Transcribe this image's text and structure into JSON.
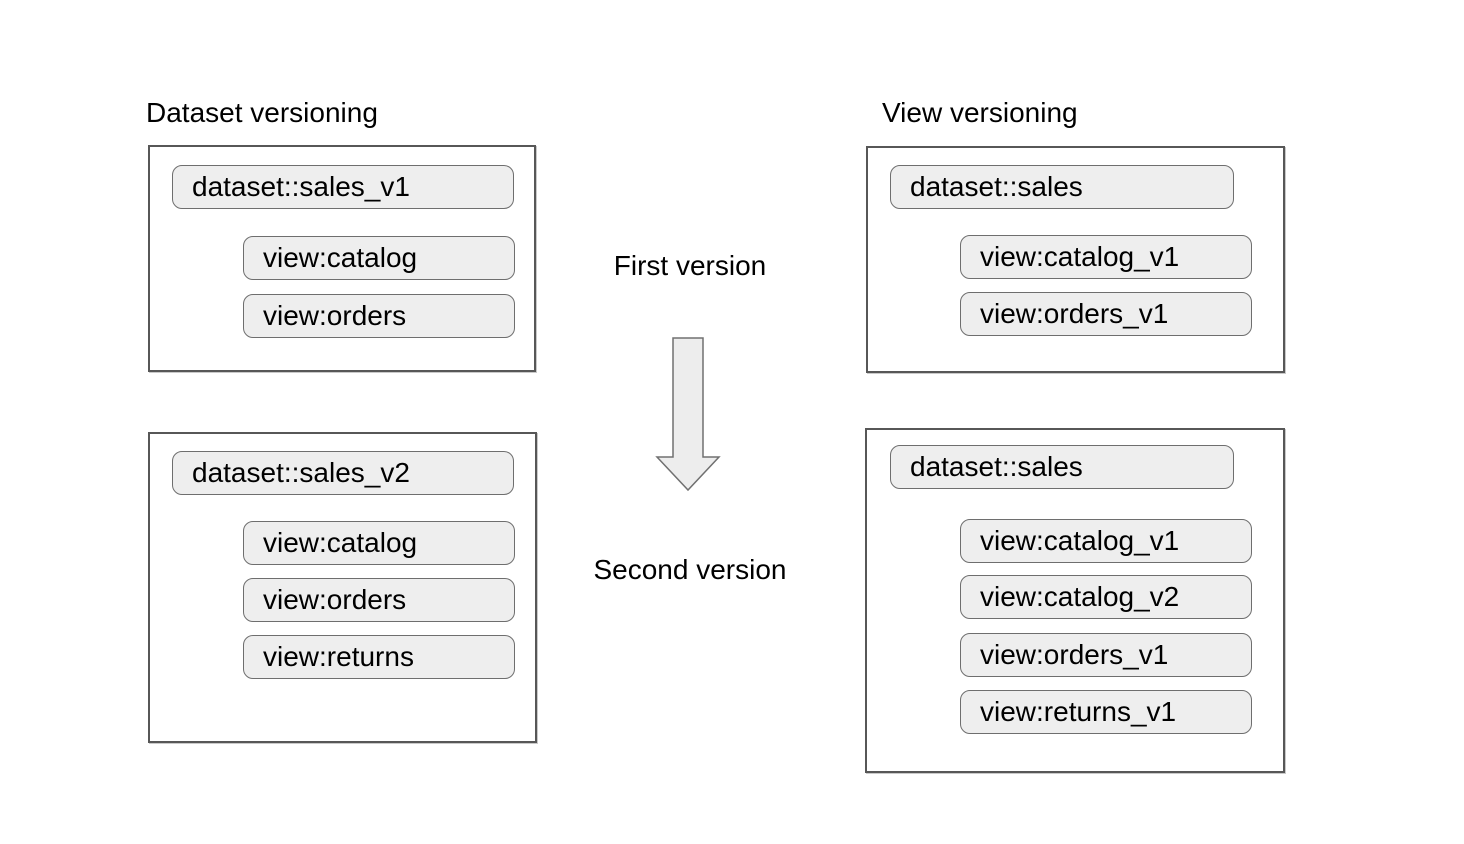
{
  "diagram": {
    "left": {
      "title": "Dataset versioning",
      "v1": {
        "dataset": "dataset::sales_v1",
        "views": [
          "view:catalog",
          "view:orders"
        ]
      },
      "v2": {
        "dataset": "dataset::sales_v2",
        "views": [
          "view:catalog",
          "view:orders",
          "view:returns"
        ]
      }
    },
    "right": {
      "title": "View versioning",
      "v1": {
        "dataset": "dataset::sales",
        "views": [
          "view:catalog_v1",
          "view:orders_v1"
        ]
      },
      "v2": {
        "dataset": "dataset::sales",
        "views": [
          "view:catalog_v1",
          "view:catalog_v2",
          "view:orders_v1",
          "view:returns_v1"
        ]
      }
    },
    "center": {
      "first_label": "First version",
      "second_label": "Second version"
    }
  },
  "colors": {
    "text": "#000000",
    "box_border": "#575757",
    "pill_fill": "#eeeeee",
    "pill_border": "#6e6e6e",
    "arrow_fill": "#ededed",
    "arrow_border": "#707070"
  }
}
